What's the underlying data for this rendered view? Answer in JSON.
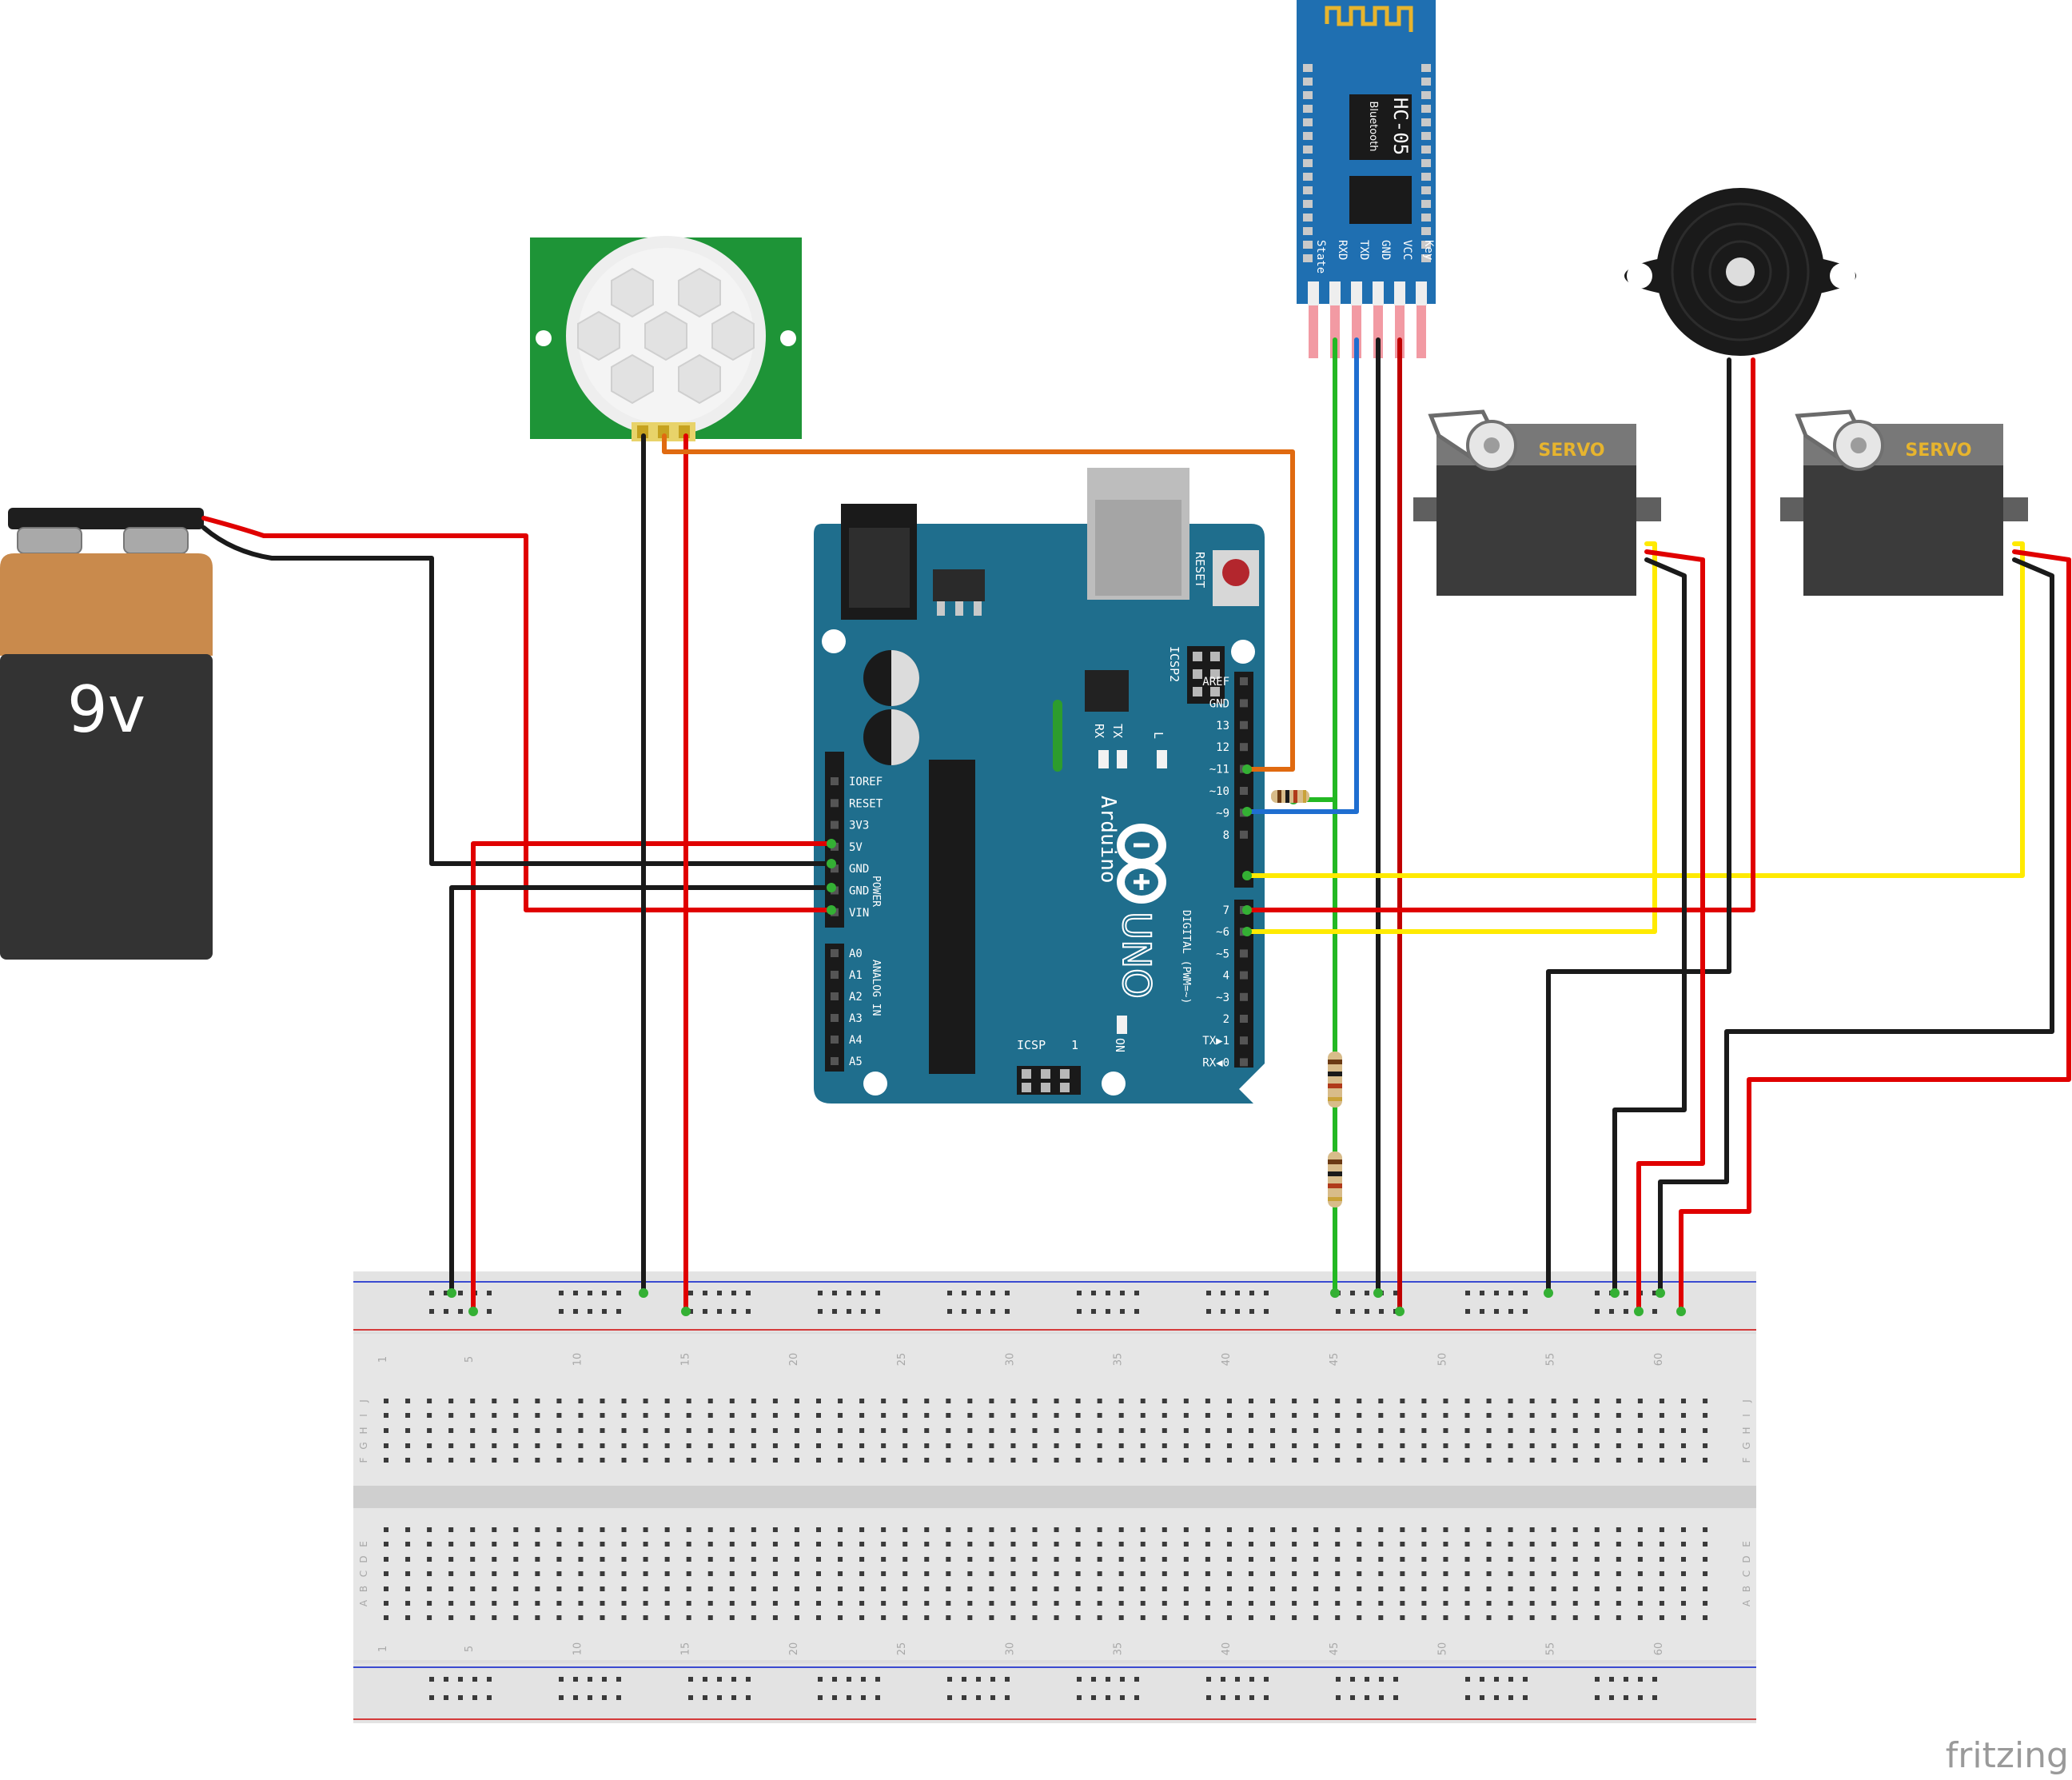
{
  "battery": {
    "label": "9v"
  },
  "hc05": {
    "title": "HC-05",
    "subtitle": "Bluetooth",
    "pins": [
      "State",
      "RXD",
      "TXD",
      "GND",
      "VCC",
      "Key"
    ]
  },
  "servo1": {
    "label": "SERVO"
  },
  "servo2": {
    "label": "SERVO"
  },
  "arduino": {
    "brand": "Arduino",
    "model": "UNO",
    "reset": "RESET",
    "icsp2": "ICSP2",
    "icsp": "ICSP",
    "icsp_pin1": "1",
    "on": "ON",
    "tx": "TX",
    "rx": "RX",
    "l": "L",
    "power_header_label": "POWER",
    "analog_header_label": "ANALOG IN",
    "digital_header_label": "DIGITAL (PWM=~)",
    "power_pins": [
      "IOREF",
      "RESET",
      "3V3",
      "5V",
      "GND",
      "GND",
      "VIN"
    ],
    "analog_pins": [
      "A0",
      "A1",
      "A2",
      "A3",
      "A4",
      "A5"
    ],
    "digital_high": [
      "AREF",
      "GND",
      "13",
      "12",
      "~11",
      "~10",
      "~9",
      "8"
    ],
    "digital_low": [
      "7",
      "~6",
      "~5",
      "4",
      "~3",
      "2",
      "TX▶1",
      "RX◀0"
    ]
  },
  "breadboard": {
    "col_numbers": [
      "1",
      "5",
      "10",
      "15",
      "20",
      "25",
      "30",
      "35",
      "40",
      "45",
      "50",
      "55",
      "60"
    ],
    "rows_top": [
      "J",
      "I",
      "H",
      "G",
      "F"
    ],
    "rows_bottom": [
      "E",
      "D",
      "C",
      "B",
      "A"
    ]
  },
  "brand": {
    "text": "fritzing"
  }
}
